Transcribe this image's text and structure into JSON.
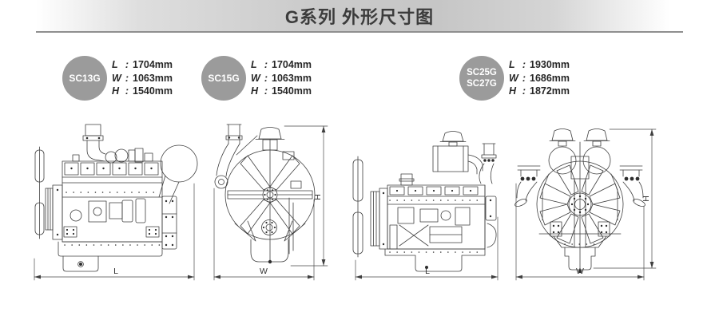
{
  "header": {
    "title": "G系列 外形尺寸图"
  },
  "punct": {
    "colon": ":"
  },
  "dim_letters": {
    "length": "L",
    "width": "W",
    "height": "H"
  },
  "models": [
    {
      "badge_lines": [
        "SC13G"
      ],
      "dims": [
        {
          "letter": "L",
          "value": "1704mm"
        },
        {
          "letter": "W",
          "value": "1063mm"
        },
        {
          "letter": "H",
          "value": "1540mm"
        }
      ]
    },
    {
      "badge_lines": [
        "SC15G"
      ],
      "dims": [
        {
          "letter": "L",
          "value": "1704mm"
        },
        {
          "letter": "W",
          "value": "1063mm"
        },
        {
          "letter": "H",
          "value": "1540mm"
        }
      ]
    },
    {
      "badge_lines": [
        "SC25G",
        "SC27G"
      ],
      "dims": [
        {
          "letter": "L",
          "value": "1930mm"
        },
        {
          "letter": "W",
          "value": "1686mm"
        },
        {
          "letter": "H",
          "value": "1872mm"
        }
      ]
    }
  ],
  "colors": {
    "badge_gray": "#9b9b9b",
    "title_text": "#3c3c3c",
    "line_art": "#3f3f3f",
    "bar_shadow": "#8f8f8f"
  }
}
